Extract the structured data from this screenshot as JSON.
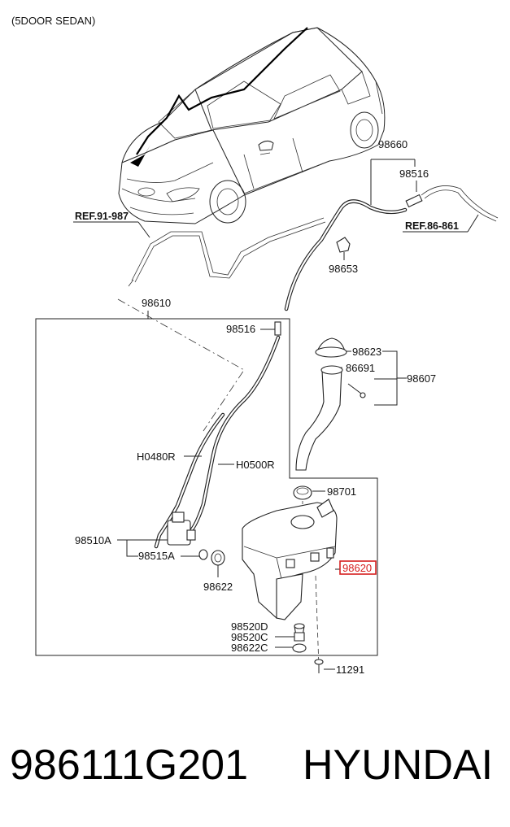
{
  "diagram": {
    "header": "(5DOOR SEDAN)",
    "refs": {
      "left": "REF.91-987",
      "right": "REF.86-861"
    },
    "callouts": {
      "c98660": "98660",
      "c98516_top": "98516",
      "c98653": "98653",
      "c98610": "98610",
      "c98516_box": "98516",
      "c98623": "98623",
      "c86691": "86691",
      "c98607": "98607",
      "h0480r": "H0480R",
      "h0500r": "H0500R",
      "c98701": "98701",
      "c98510a": "98510A",
      "c98515a": "98515A",
      "c98620": "98620",
      "c98622": "98622",
      "c98520d": "98520D",
      "c98520c": "98520C",
      "c98622c": "98622C",
      "c11291": "11291"
    },
    "highlighted_part": "98620",
    "highlight_color": "#d62020"
  },
  "footer": {
    "part_number": "986111G201",
    "brand": "HYUNDAI"
  }
}
